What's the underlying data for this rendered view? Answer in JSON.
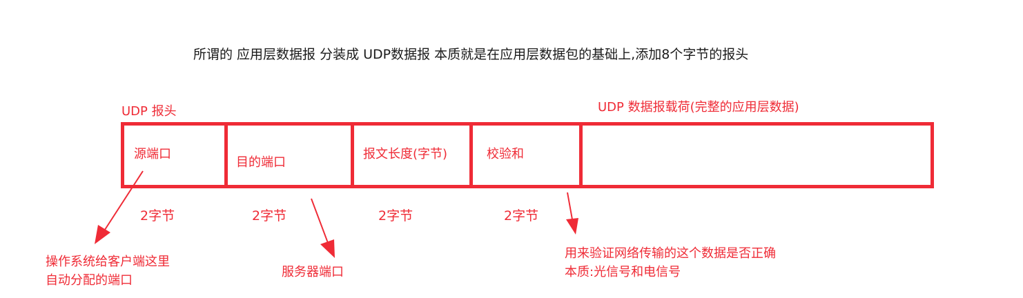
{
  "heading": "所谓的 应用层数据报  分装成 UDP数据报 本质就是在应用层数据包的基础上,添加8个字节的报头",
  "header_label": "UDP 报头",
  "payload_label": "UDP 数据报载荷(完整的应用层数据)",
  "fields": [
    {
      "name": "源端口",
      "size": "2字节"
    },
    {
      "name": "目的端口",
      "size": "2字节"
    },
    {
      "name": "报文长度(字节)",
      "size": "2字节"
    },
    {
      "name": "校验和",
      "size": "2字节"
    }
  ],
  "annotations": {
    "source_port": [
      "操作系统给客户端这里",
      "自动分配的端口"
    ],
    "dest_port": "服务器端口",
    "checksum": [
      "用来验证网络传输的这个数据是否正确",
      "本质:光信号和电信号"
    ]
  },
  "colors": {
    "accent": "#ef2b36",
    "text": "#1a1a1a"
  }
}
